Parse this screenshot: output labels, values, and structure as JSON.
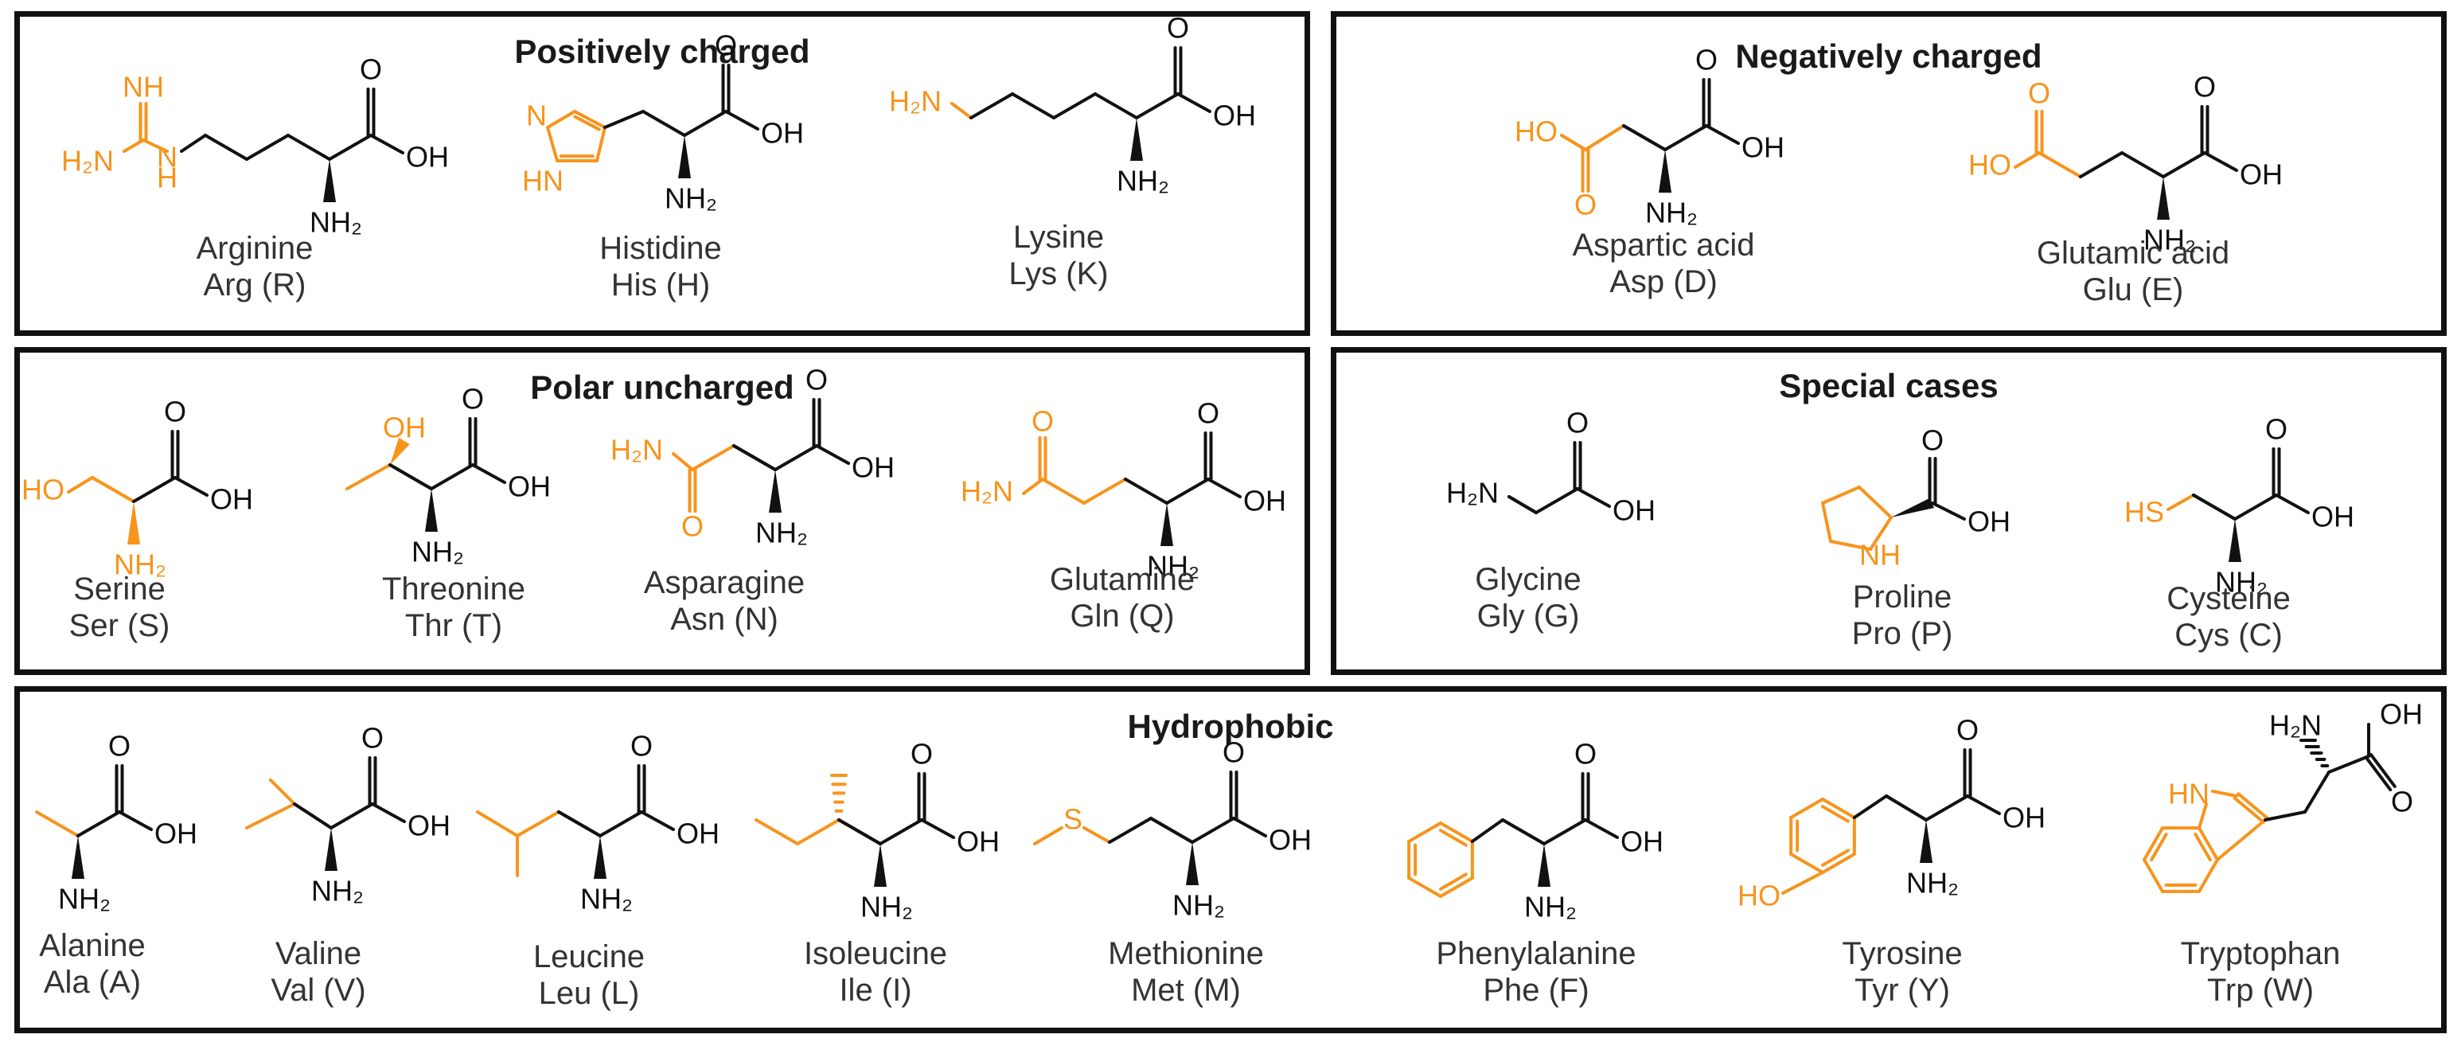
{
  "colors": {
    "side_chain": "#f7941d",
    "backbone": "#111111",
    "border": "#111111"
  },
  "groups": [
    {
      "title": "Positively charged",
      "amino_acids": [
        {
          "name": "Arginine",
          "abbr": "Arg (R)"
        },
        {
          "name": "Histidine",
          "abbr": "His (H)"
        },
        {
          "name": "Lysine",
          "abbr": "Lys (K)"
        }
      ]
    },
    {
      "title": "Negatively charged",
      "amino_acids": [
        {
          "name": "Aspartic acid",
          "abbr": "Asp (D)"
        },
        {
          "name": "Glutamic acid",
          "abbr": "Glu (E)"
        }
      ]
    },
    {
      "title": "Polar uncharged",
      "amino_acids": [
        {
          "name": "Serine",
          "abbr": "Ser (S)"
        },
        {
          "name": "Threonine",
          "abbr": "Thr (T)"
        },
        {
          "name": "Asparagine",
          "abbr": "Asn (N)"
        },
        {
          "name": "Glutamine",
          "abbr": "Gln (Q)"
        }
      ]
    },
    {
      "title": "Special cases",
      "amino_acids": [
        {
          "name": "Glycine",
          "abbr": "Gly (G)"
        },
        {
          "name": "Proline",
          "abbr": "Pro (P)"
        },
        {
          "name": "Cysteine",
          "abbr": "Cys (C)"
        }
      ]
    },
    {
      "title": "Hydrophobic",
      "amino_acids": [
        {
          "name": "Alanine",
          "abbr": "Ala (A)"
        },
        {
          "name": "Valine",
          "abbr": "Val (V)"
        },
        {
          "name": "Leucine",
          "abbr": "Leu (L)"
        },
        {
          "name": "Isoleucine",
          "abbr": "Ile (I)"
        },
        {
          "name": "Methionine",
          "abbr": "Met (M)"
        },
        {
          "name": "Phenylalanine",
          "abbr": "Phe (F)"
        },
        {
          "name": "Tyrosine",
          "abbr": "Tyr (Y)"
        },
        {
          "name": "Tryptophan",
          "abbr": "Trp (W)"
        }
      ]
    }
  ],
  "atom_labels": {
    "oxygen": "O",
    "hydroxyl": "OH",
    "amine": "NH₂",
    "amine_left": "H₂N",
    "hydroxyl_left": "HO",
    "imine": "NH",
    "imine_h": "H",
    "sulfur": "S",
    "thiol": "HS",
    "indole_nh": "HN",
    "indole_hn": "HN",
    "proline_nh": "NH",
    "ring_nh": "HN",
    "guanidine_nh": "NH",
    "guanidine_n": "N",
    "n": "N"
  }
}
